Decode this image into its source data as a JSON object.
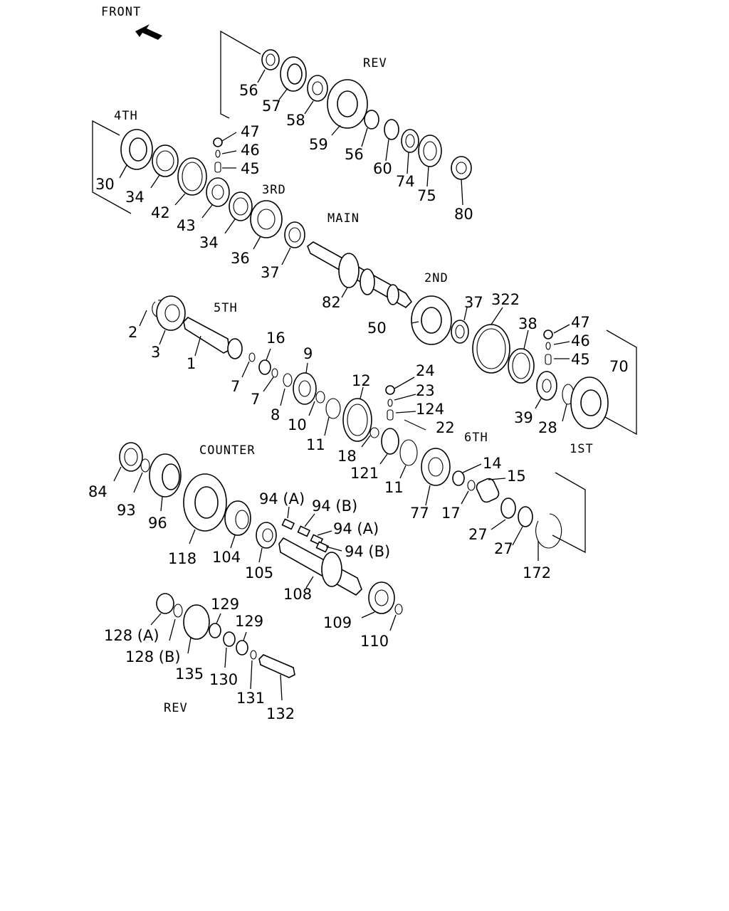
{
  "front_label": "FRONT",
  "groups": {
    "rev_top": "REV",
    "fourth": "4TH",
    "third": "3RD",
    "main": "MAIN",
    "second": "2ND",
    "fifth": "5TH",
    "sixth": "6TH",
    "first": "1ST",
    "counter": "COUNTER",
    "rev_bottom": "REV"
  },
  "parts": {
    "p56a": "56",
    "p57": "57",
    "p58": "58",
    "p59": "59",
    "p56b": "56",
    "p60": "60",
    "p74": "74",
    "p75": "75",
    "p80": "80",
    "p47a": "47",
    "p46a": "46",
    "p45a": "45",
    "p30": "30",
    "p34a": "34",
    "p42": "42",
    "p43": "43",
    "p34b": "34",
    "p36": "36",
    "p37a": "37",
    "p82": "82",
    "p50": "50",
    "p37b": "37",
    "p322": "322",
    "p38": "38",
    "p47b": "47",
    "p46b": "46",
    "p45b": "45",
    "p70": "70",
    "p39": "39",
    "p28": "28",
    "p2": "2",
    "p3": "3",
    "p1": "1",
    "p7a": "7",
    "p16": "16",
    "p7b": "7",
    "p9": "9",
    "p8": "8",
    "p10": "10",
    "p11a": "11",
    "p12": "12",
    "p24": "24",
    "p23": "23",
    "p124": "124",
    "p22": "22",
    "p18": "18",
    "p121": "121",
    "p11b": "11",
    "p77": "77",
    "p14": "14",
    "p17": "17",
    "p15": "15",
    "p27a": "27",
    "p27b": "27",
    "p172": "172",
    "p84": "84",
    "p93": "93",
    "p96": "96",
    "p118": "118",
    "p104": "104",
    "p105": "105",
    "p94a1": "94 (A)",
    "p94b1": "94 (B)",
    "p94a2": "94 (A)",
    "p94b2": "94 (B)",
    "p108": "108",
    "p109": "109",
    "p110": "110",
    "p128a": "128 (A)",
    "p128b": "128 (B)",
    "p135": "135",
    "p129a": "129",
    "p129b": "129",
    "p130": "130",
    "p131": "131",
    "p132": "132"
  }
}
